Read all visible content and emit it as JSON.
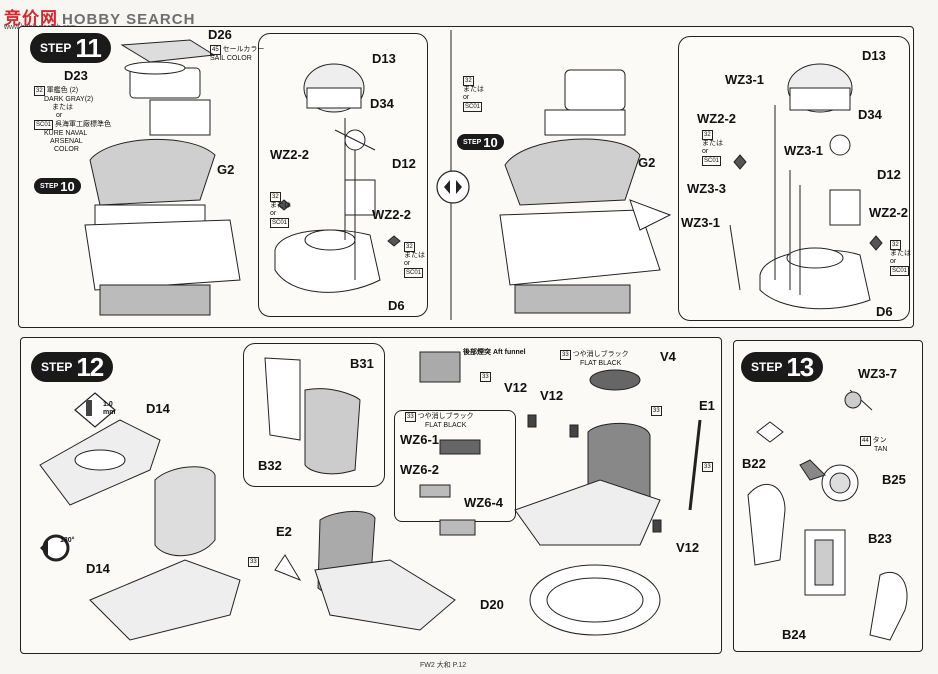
{
  "watermark": {
    "cn": "竞价网",
    "en": "HOBBY SEARCH",
    "sub": "www.hobbysearch.com"
  },
  "steps": {
    "s11": {
      "word": "STEP",
      "num": "11"
    },
    "s12": {
      "word": "STEP",
      "num": "12"
    },
    "s13": {
      "word": "STEP",
      "num": "13"
    },
    "ref10": {
      "word": "STEP",
      "num": "10"
    }
  },
  "step11": {
    "d26": "D26",
    "sail_code": "45",
    "sail_jp": "セールカラー",
    "sail_en": "SAIL COLOR",
    "d23": "D23",
    "gray_code": "32",
    "gray_jp": "軍艦色 (2)",
    "gray_en": "DARK GRAY(2)",
    "or_jp": "または",
    "or_en": "or",
    "kure_code": "SC01",
    "kure_jp": "呉海軍工廠標準色",
    "kure_en1": "KURE NAVAL",
    "kure_en2": "ARSENAL",
    "kure_en3": "COLOR",
    "g2": "G2",
    "d13": "D13",
    "d34": "D34",
    "wz22a": "WZ2-2",
    "d12": "D12",
    "wz22b": "WZ2-2",
    "d6": "D6",
    "c32": "32",
    "csc": "SC01"
  },
  "step11b": {
    "c32": "32",
    "or_jp": "または",
    "or_en": "or",
    "csc": "SC01",
    "g2": "G2",
    "d13": "D13",
    "wz31a": "WZ3-1",
    "wz22a": "WZ2-2",
    "d34": "D34",
    "wz31b": "WZ3-1",
    "wz33": "WZ3-3",
    "d12": "D12",
    "wz31c": "WZ3-1",
    "wz22b": "WZ2-2",
    "d6": "D6"
  },
  "step12": {
    "d14a": "D14",
    "mm": "1.0",
    "mm_unit": "mm",
    "d14b": "D14",
    "rot": "180°",
    "b31": "B31",
    "b32": "B32",
    "e2": "E2",
    "c33": "33",
    "aft_jp": "後部煙突",
    "aft_en": "Aft funnel",
    "flat_jp": "つや消しブラック",
    "flat_en": "FLAT BLACK",
    "v4": "V4",
    "v12a": "V12",
    "v12b": "V12",
    "v12c": "V12",
    "e1": "E1",
    "wz61": "WZ6-1",
    "wz62": "WZ6-2",
    "wz64": "WZ6-4",
    "d20": "D20"
  },
  "step13": {
    "wz37": "WZ3-7",
    "tan_code": "44",
    "tan_jp": "タン",
    "tan_en": "TAN",
    "b22": "B22",
    "b25": "B25",
    "b23": "B23",
    "b24": "B24"
  },
  "footer": "FW2 大和 P.12"
}
